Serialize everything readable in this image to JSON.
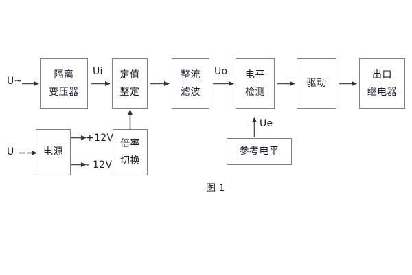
{
  "diagram": {
    "caption": "图 1",
    "blocks": [
      {
        "id": "isolation-transformer",
        "lines": [
          "隔离",
          "变压器"
        ]
      },
      {
        "id": "setting-value",
        "lines": [
          "定值",
          "整定"
        ]
      },
      {
        "id": "rectifier-filter",
        "lines": [
          "整流",
          "滤波"
        ]
      },
      {
        "id": "level-detection",
        "lines": [
          "电平",
          "检测"
        ]
      },
      {
        "id": "drive",
        "lines": [
          "驱动"
        ]
      },
      {
        "id": "output-relay",
        "lines": [
          "出口",
          "继电器"
        ]
      },
      {
        "id": "power-supply",
        "lines": [
          "电源"
        ]
      },
      {
        "id": "multiplier-switch",
        "lines": [
          "倍率",
          "切换"
        ]
      },
      {
        "id": "reference-level",
        "lines": [
          "参考电平"
        ]
      }
    ],
    "signals": {
      "input_ac": "U~",
      "input_dc": "U",
      "ui": "Ui",
      "uo": "Uo",
      "ue": "Ue",
      "rail_positive": "+12V",
      "rail_negative": "- 12V"
    },
    "colors": {
      "box_border": "#808080",
      "text": "#1a1a2e",
      "arrow": "#4d4d4d",
      "background": "#ffffff"
    }
  }
}
